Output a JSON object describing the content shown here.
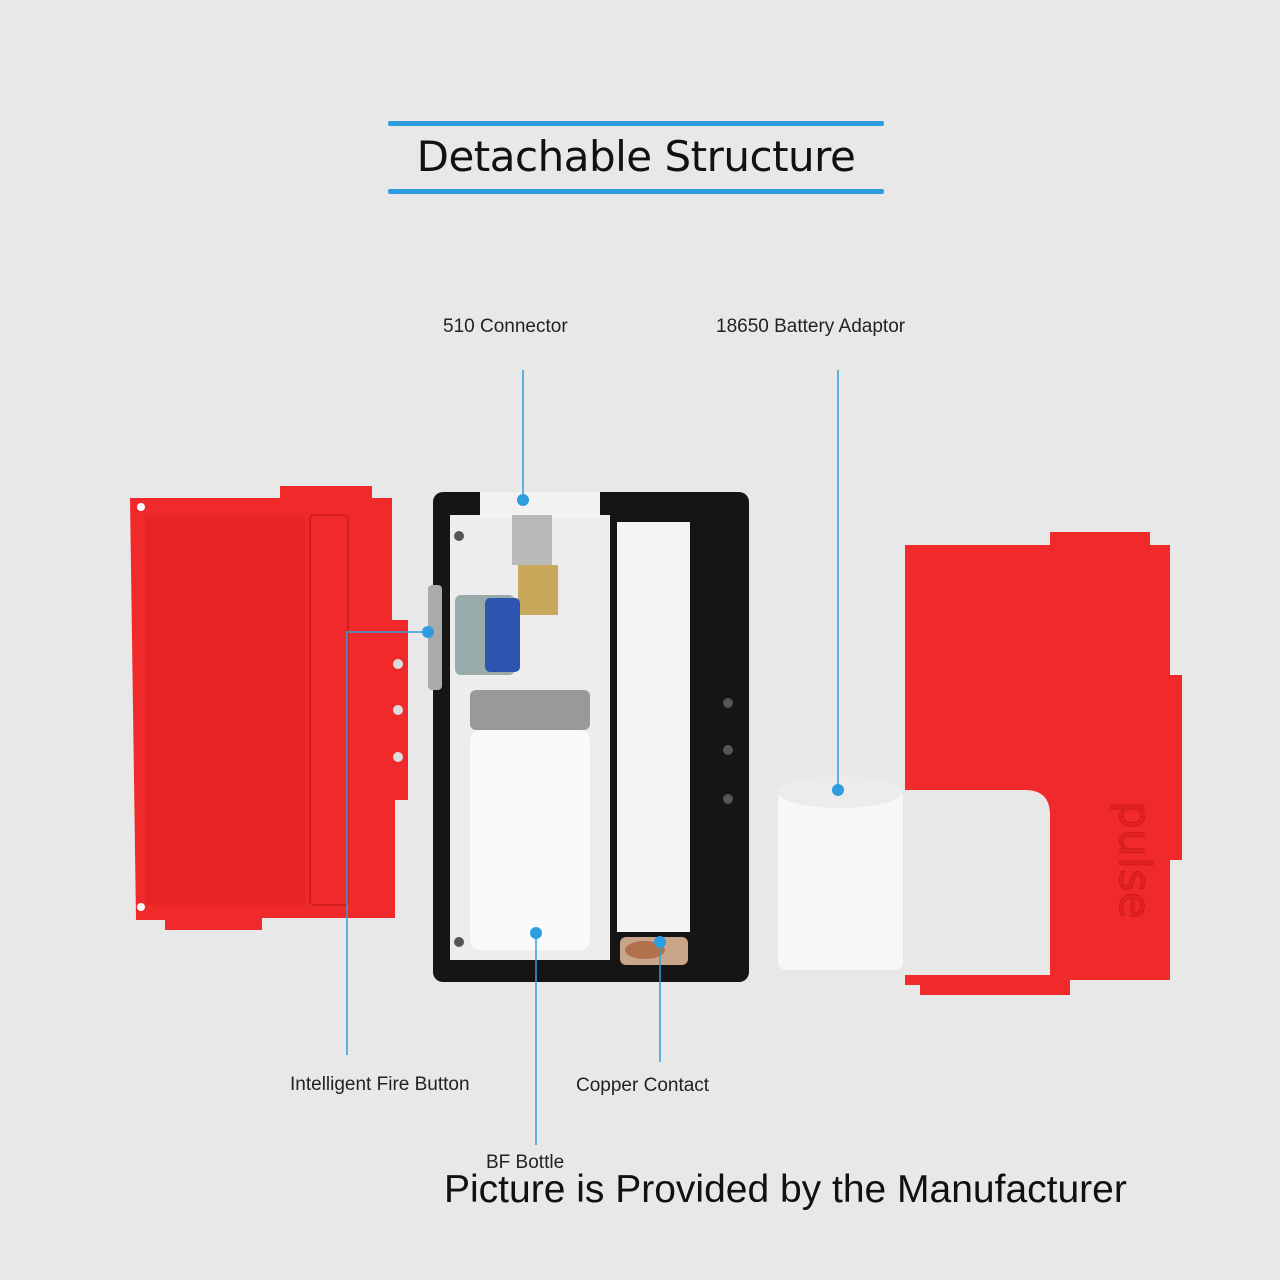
{
  "title": "Detachable Structure",
  "labels": {
    "connector_510": "510 Connector",
    "battery_adaptor": "18650 Battery Adaptor",
    "fire_button": "Intelligent Fire Button",
    "copper_contact": "Copper Contact",
    "bf_bottle": "BF Bottle"
  },
  "panel_logo": "pulse",
  "footer": "Picture is Provided by the Manufacturer",
  "colors": {
    "accent": "#2e9ddf",
    "panel": "#f02a2a",
    "frame": "#151515",
    "background": "#e8e8e8"
  }
}
